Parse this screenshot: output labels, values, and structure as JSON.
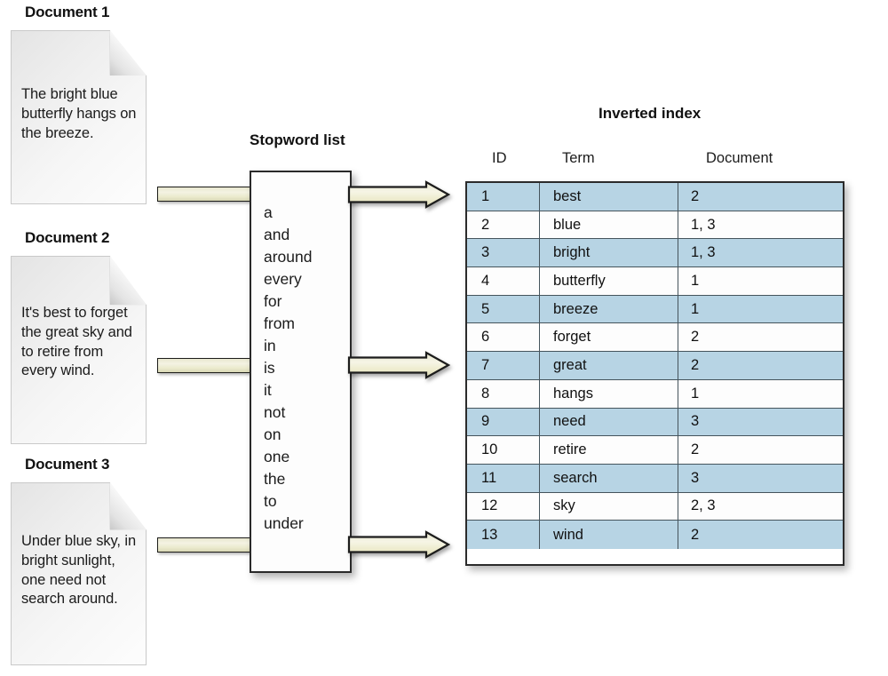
{
  "documents": [
    {
      "title": "Document 1",
      "text": "The bright blue butterfly hangs on the breeze."
    },
    {
      "title": "Document 2",
      "text": "It's best to forget the great sky and to retire from every wind."
    },
    {
      "title": "Document 3",
      "text": "Under blue sky, in bright sunlight, one need not search around."
    }
  ],
  "stopword_list": {
    "title": "Stopword list",
    "words": [
      "a",
      "and",
      "around",
      "every",
      "for",
      "from",
      "in",
      "is",
      "it",
      "not",
      "on",
      "one",
      "the",
      "to",
      "under"
    ]
  },
  "inverted_index": {
    "title": "Inverted index",
    "headers": [
      "ID",
      "Term",
      "Document"
    ],
    "rows": [
      {
        "id": "1",
        "term": "best",
        "document": "2",
        "shaded": true
      },
      {
        "id": "2",
        "term": "blue",
        "document": "1, 3",
        "shaded": false
      },
      {
        "id": "3",
        "term": "bright",
        "document": "1, 3",
        "shaded": true
      },
      {
        "id": "4",
        "term": "butterfly",
        "document": "1",
        "shaded": false
      },
      {
        "id": "5",
        "term": "breeze",
        "document": "1",
        "shaded": true
      },
      {
        "id": "6",
        "term": "forget",
        "document": "2",
        "shaded": false
      },
      {
        "id": "7",
        "term": "great",
        "document": "2",
        "shaded": true
      },
      {
        "id": "8",
        "term": "hangs",
        "document": "1",
        "shaded": false
      },
      {
        "id": "9",
        "term": "need",
        "document": "3",
        "shaded": true
      },
      {
        "id": "10",
        "term": "retire",
        "document": "2",
        "shaded": false
      },
      {
        "id": "11",
        "term": "search",
        "document": "3",
        "shaded": true
      },
      {
        "id": "12",
        "term": "sky",
        "document": "2, 3",
        "shaded": false
      },
      {
        "id": "13",
        "term": "wind",
        "document": "2",
        "shaded": true
      }
    ]
  },
  "flow": {
    "inbound_arrows": [
      "document-1-to-stopword-list",
      "document-2-to-stopword-list",
      "document-3-to-stopword-list"
    ],
    "outbound_arrows": [
      "stopword-list-to-index-1",
      "stopword-list-to-index-2",
      "stopword-list-to-index-3"
    ]
  },
  "colors": {
    "arrow_fill": "#f0efd8",
    "arrow_stroke": "#1d1d1a",
    "row_shaded": "#b7d4e4",
    "row_plain": "#fdfdfd",
    "table_border": "#2b2b2b",
    "document_fill": "#ededed",
    "background": "#ffffff"
  }
}
